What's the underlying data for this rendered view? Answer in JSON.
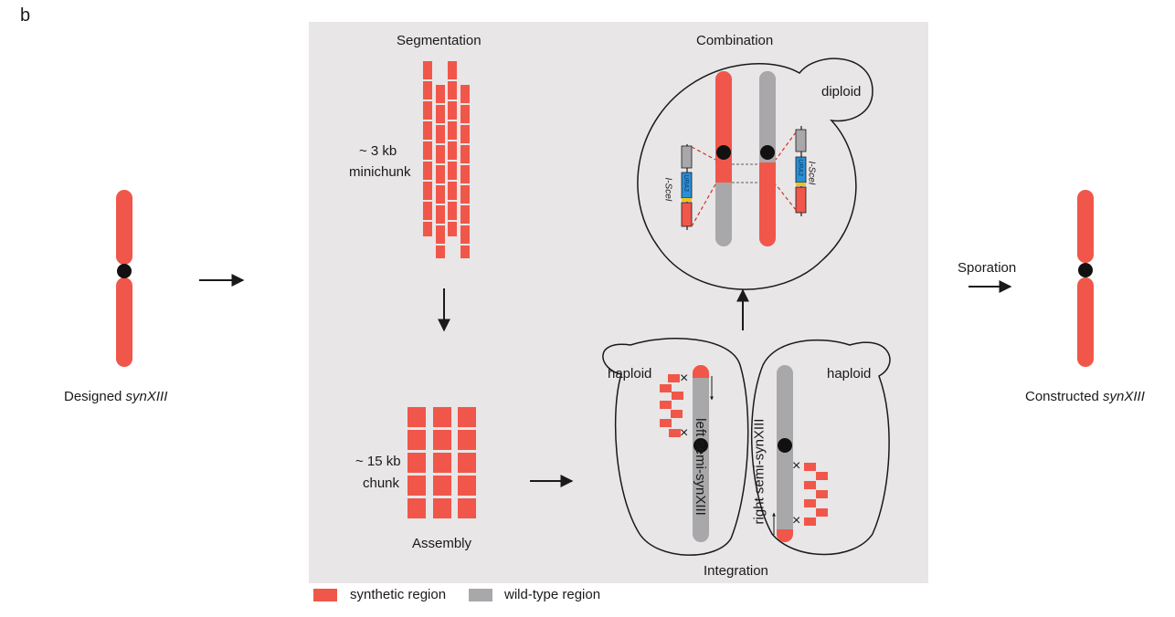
{
  "panel_letter": "b",
  "colors": {
    "synthetic": "#f0574a",
    "wildtype": "#a8a8aa",
    "centromere": "#111111",
    "panel_bg": "#e8e6e7",
    "marker_blue": "#2a8fd6",
    "marker_yellow": "#f0c419"
  },
  "labels": {
    "designed_prefix": "Designed ",
    "designed_name": "synXIII",
    "constructed_prefix": "Constructed ",
    "constructed_name": "synXIII",
    "sporation": "Sporation",
    "segmentation": "Segmentation",
    "minichunk_size": "~ 3 kb",
    "minichunk": "minichunk",
    "chunk_size": "~ 15 kb",
    "chunk": "chunk",
    "assembly": "Assembly",
    "combination": "Combination",
    "diploid": "diploid",
    "haploid_left": "haploid",
    "haploid_right": "haploid",
    "left_semi": "left semi-synXIII",
    "right_semi": "right semi-synXIII",
    "integration": "Integration",
    "marker_left": "I-SceI",
    "marker_right": "I-SceI",
    "marker_gene_left": "URA3",
    "marker_gene_right": "URA3",
    "cross_mark": "×"
  },
  "legend": {
    "synthetic": "synthetic region",
    "wildtype": "wild-type region"
  }
}
